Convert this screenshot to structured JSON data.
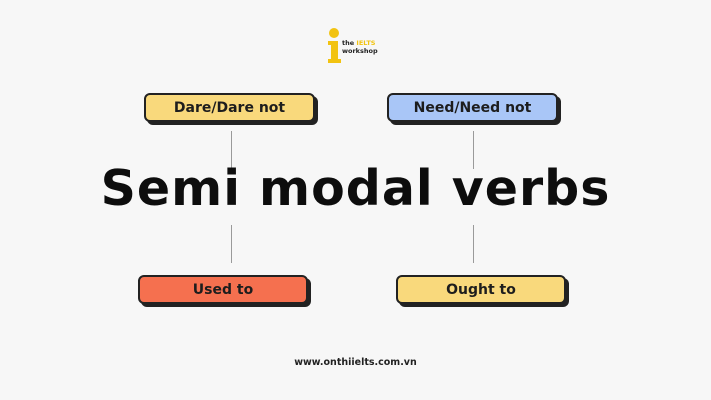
{
  "logo": {
    "line1_prefix": "the ",
    "line1_accent": "IELTS",
    "line2": "workshop"
  },
  "nodes": [
    {
      "label": "Dare/Dare not",
      "color": "#f9d97c"
    },
    {
      "label": "Need/Need not",
      "color": "#a9c6f7"
    },
    {
      "label": "Used to",
      "color": "#f5704f"
    },
    {
      "label": "Ought to",
      "color": "#f9d97c"
    }
  ],
  "title": "Semi modal verbs",
  "footer": "www.onthiielts.com.vn",
  "colors": {
    "background": "#f7f7f7",
    "logo_accent": "#f2c311",
    "border": "#222222"
  }
}
